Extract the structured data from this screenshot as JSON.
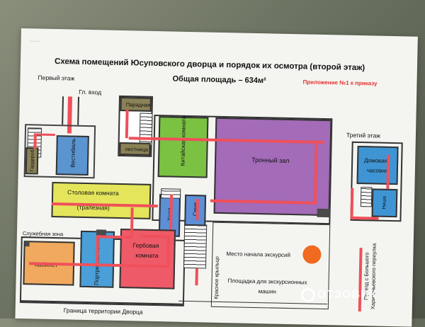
{
  "doc": {
    "corner_note": "...........",
    "title": "Схема помещений Юсуповского дворца и порядок их осмотра (второй этаж)",
    "total_area": "Общая площадь – 634м²",
    "annex": "Приложение №1 к приказу"
  },
  "labels": {
    "first_floor": "Первый этаж",
    "main_entrance": "Гл. вход",
    "third_floor": "Третий этаж",
    "service_zone": "Служебная зона",
    "palace_border": "Граница территории Дворца",
    "tour_start": "Место начала экскурсий",
    "excursion_parking": "Площадка для экскурсионных машин",
    "red_porch": "Красное крыльцо",
    "street_1": "Проезд с Большого Харитоньевского переулка"
  },
  "rooms": {
    "wardrobe": "Гардероб",
    "vestibule": "Вестибюль",
    "parade_stairs_1": "Парадная",
    "parade_stairs_2": "лестница",
    "chinese_room": "Китайская комната",
    "throne_hall": "Тронный зал",
    "dining_1": "Столовая комната",
    "dining_2": "(трапезная)",
    "hall": "Холл",
    "seni": "Сени",
    "portrait_room": "Портретная комната",
    "heraldic_1": "Гербовая",
    "heraldic_2": "комната",
    "cabinet": "Кабинет",
    "house_chapel_1": "Домовая",
    "house_chapel_2": "часовня",
    "niche": "Ниша"
  },
  "colors": {
    "route_arrow": "#f0505a",
    "chinese_room": "#7bc142",
    "throne_hall": "#a36bb8",
    "dining_room": "#e4e55a",
    "hall_seni": "#5c8fd6",
    "portrait_room": "#4a9fd8",
    "heraldic_room": "#ee5a67",
    "cabinet": "#f0a95e",
    "house_chapel": "#3f95d3",
    "stairs": "#8a8256",
    "tour_start_marker": "#f06a20"
  },
  "watermark": "ОТЗОВИК"
}
